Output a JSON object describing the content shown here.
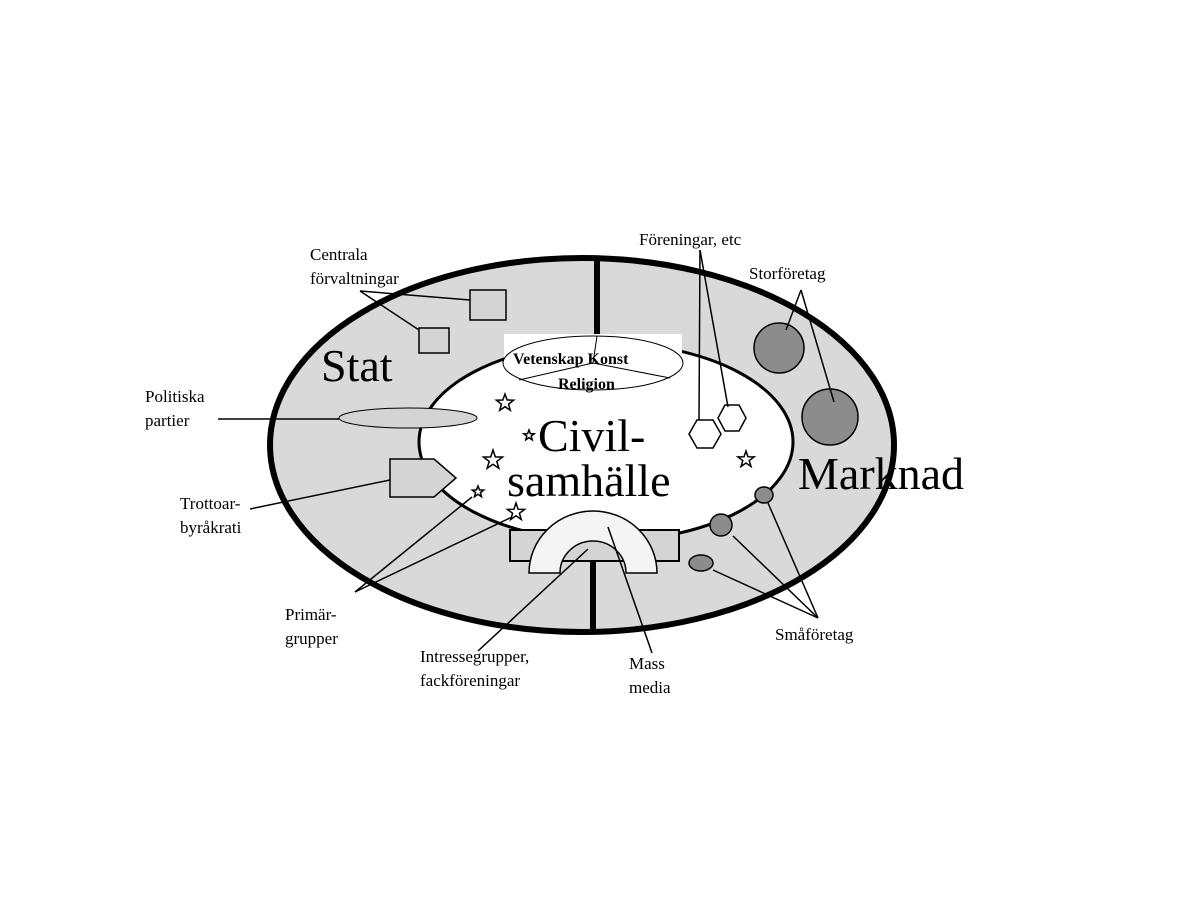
{
  "regions": {
    "stat": "Stat",
    "marknad": "Marknad",
    "civil_line1": "Civil-",
    "civil_line2": "samhälle"
  },
  "culture": {
    "line1": "Vetenskap Konst",
    "line2": "Religion"
  },
  "labels": {
    "centrala_line1": "Centrala",
    "centrala_line2": "förvaltningar",
    "politiska_line1": "Politiska",
    "politiska_line2": "partier",
    "trottoar_line1": "Trottoar-",
    "trottoar_line2": "byråkrati",
    "primar_line1": "Primär-",
    "primar_line2": "grupper",
    "intresse_line1": "Intressegrupper,",
    "intresse_line2": "fackföreningar",
    "mass_line1": "Mass",
    "mass_line2": "media",
    "foreningar": "Föreningar, etc",
    "storforetag": "Storföretag",
    "smaforetag": "Småföretag"
  },
  "colors": {
    "outer_fill": "#d9d9d9",
    "dark_circle": "#8c8c8c",
    "box_fill": "#d4d4d4",
    "stroke": "#000000",
    "white": "#ffffff"
  }
}
